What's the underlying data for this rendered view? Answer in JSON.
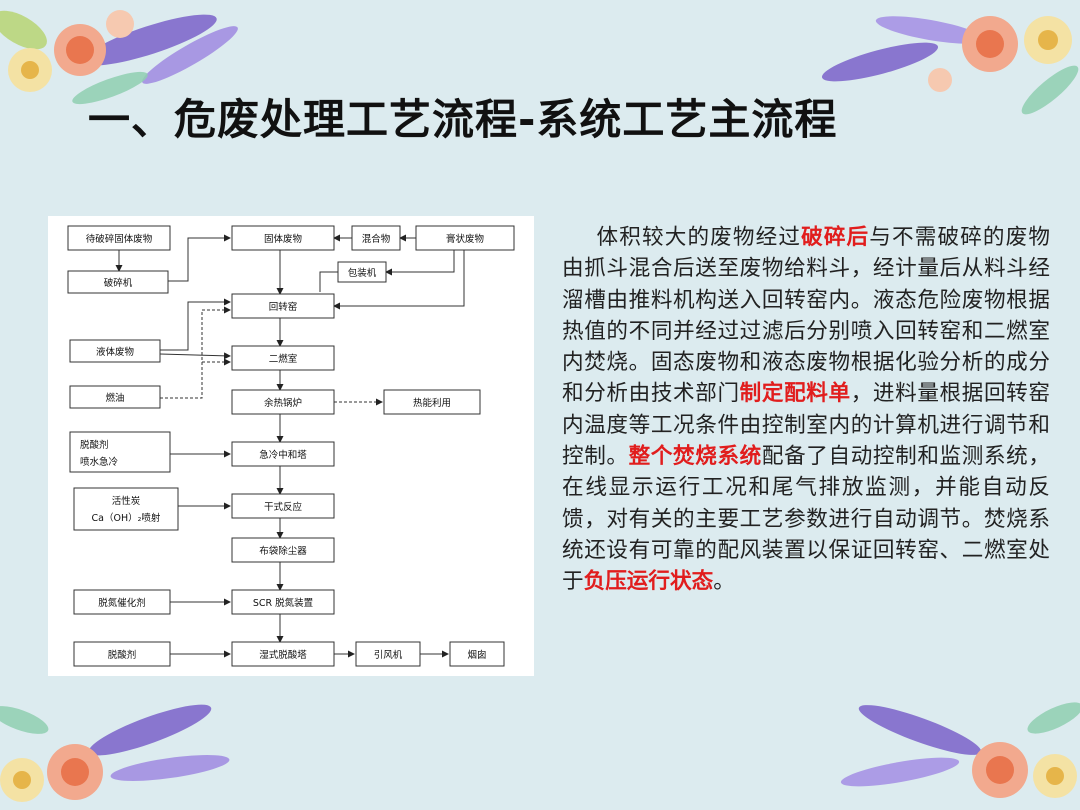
{
  "slide": {
    "title": "一、危废处理工艺流程-系统工艺主流程"
  },
  "flowchart": {
    "nodes": {
      "solid_waste_to_crush": "待破碎固体废物",
      "crusher": "破碎机",
      "solid_waste": "固体废物",
      "mixture": "混合物",
      "paste_waste": "膏状废物",
      "packer": "包装机",
      "rotary_kiln": "回转窑",
      "liquid_waste": "液体废物",
      "secondary_chamber": "二燃室",
      "fuel_oil": "燃油",
      "waste_heat_boiler": "余热锅炉",
      "heat_utilization": "热能利用",
      "deacid_agent_line1": "脱酸剂",
      "deacid_agent_line2": "喷水急冷",
      "quench_tower": "急冷中和塔",
      "activated_carbon_line1": "活性炭",
      "activated_carbon_line2": "Ca（OH）₂喷射",
      "dry_reaction": "干式反应",
      "bag_filter": "布袋除尘器",
      "denitration_catalyst": "脱氮催化剂",
      "scr_device": "SCR 脱氮装置",
      "deacid_agent_2": "脱酸剂",
      "wet_scrubber": "湿式脱酸塔",
      "induced_fan": "引风机",
      "chimney": "烟囱"
    }
  },
  "description": {
    "segments": [
      {
        "text": "体积较大的废物经过",
        "highlight": false
      },
      {
        "text": "破碎后",
        "highlight": true
      },
      {
        "text": "与不需破碎的废物由抓斗混合后送至废物给料斗，经计量后从料斗经溜槽由推料机构送入回转窑内。液态危险废物根据热值的不同并经过过滤后分别喷入回转窑和二燃室内焚烧。固态废物和液态废物根据化验分析的成分和分析由技术部门",
        "highlight": false
      },
      {
        "text": "制定配料单",
        "highlight": true
      },
      {
        "text": "，进料量根据回转窑内温度等工况条件由控制室内的计算机进行调节和控制。",
        "highlight": false
      },
      {
        "text": "整个焚烧系统",
        "highlight": true
      },
      {
        "text": "配备了自动控制和监测系统，在线显示运行工况和尾气排放监测，并能自动反馈，对有关的主要工艺参数进行自动调节。焚烧系统还设有可靠的配风装置以保证回转窑、二燃室处于",
        "highlight": false
      },
      {
        "text": "负压运行状态",
        "highlight": true
      },
      {
        "text": "。",
        "highlight": false
      }
    ]
  },
  "colors": {
    "background": "#dcebef",
    "highlight": "#e11d1d"
  }
}
